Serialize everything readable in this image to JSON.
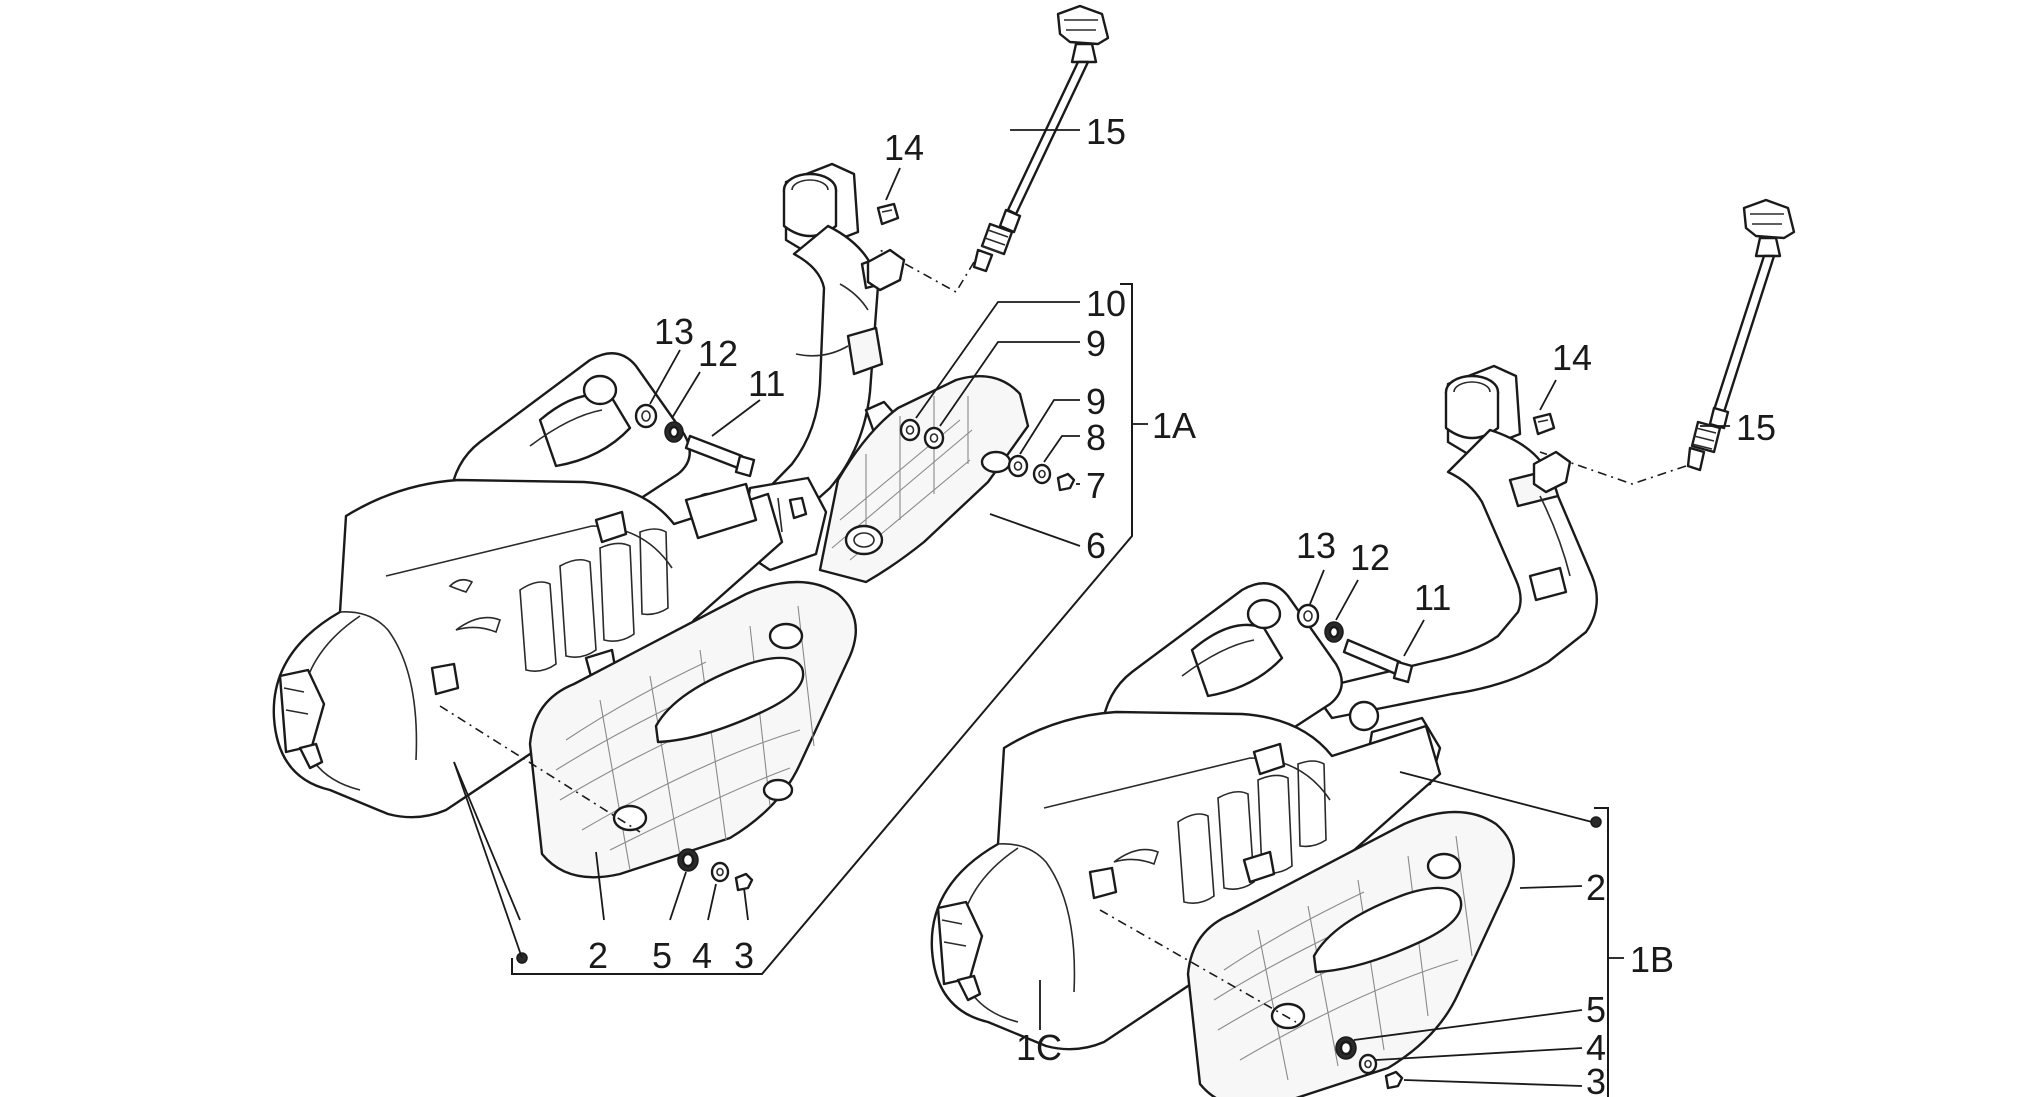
{
  "callouts": {
    "left": {
      "c15": "15",
      "c14": "14",
      "c13": "13",
      "c12": "12",
      "c11": "11",
      "c10": "10",
      "c9a": "9",
      "c9b": "9",
      "c8": "8",
      "c7": "7",
      "c6": "6",
      "c1A": "1A",
      "c2": "2",
      "c5": "5",
      "c4": "4",
      "c3": "3"
    },
    "right": {
      "c14": "14",
      "c15": "15",
      "c13": "13",
      "c12": "12",
      "c11": "11",
      "c2": "2",
      "c1B": "1B",
      "c5": "5",
      "c4": "4",
      "c3": "3",
      "c1C": "1C"
    }
  }
}
